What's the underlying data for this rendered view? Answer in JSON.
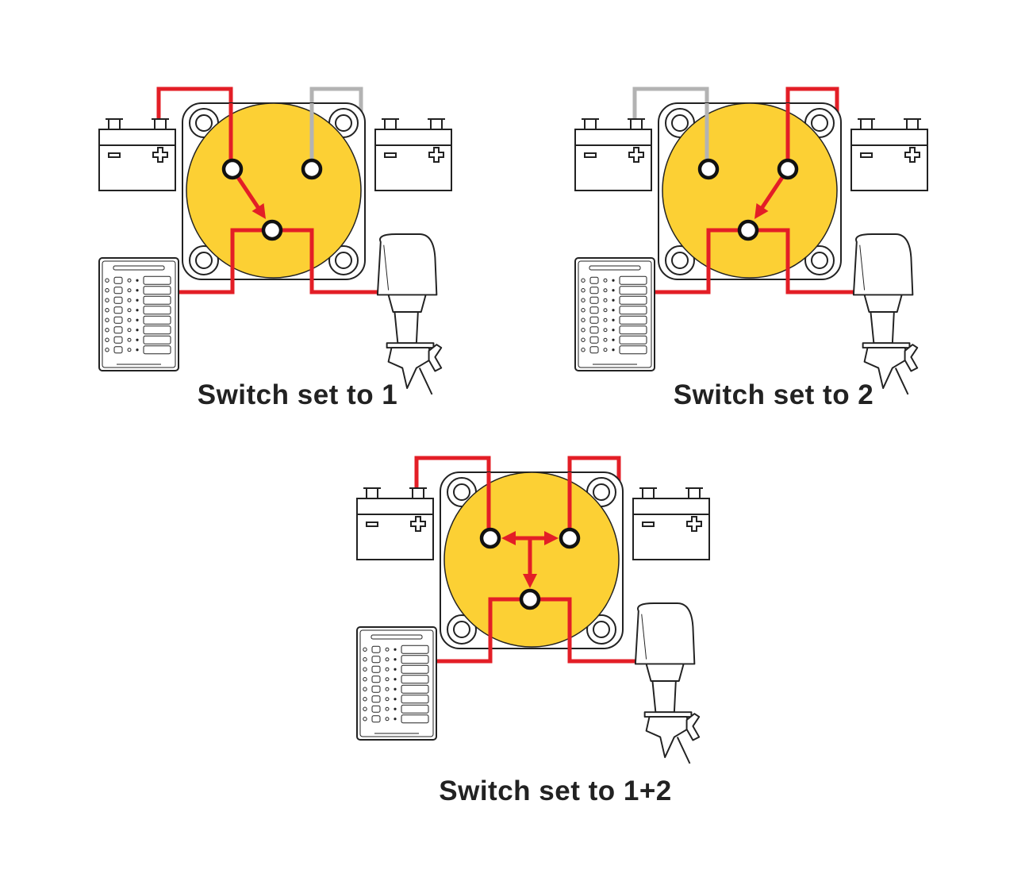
{
  "diagrams": [
    {
      "caption": "Switch set to 1",
      "mode": "1"
    },
    {
      "caption": "Switch set to 2",
      "mode": "2"
    },
    {
      "caption": "Switch set to 1+2",
      "mode": "1+2"
    }
  ],
  "colors": {
    "wire_active": "#e31e26",
    "wire_inactive": "#b3b3b3",
    "switch_face": "#fcd034",
    "outline": "#222222",
    "caption_text": "#222222"
  },
  "icons": {
    "battery": "battery-icon",
    "switch": "battery-switch-icon",
    "panel": "breaker-panel-icon",
    "engine": "outboard-motor-icon"
  }
}
